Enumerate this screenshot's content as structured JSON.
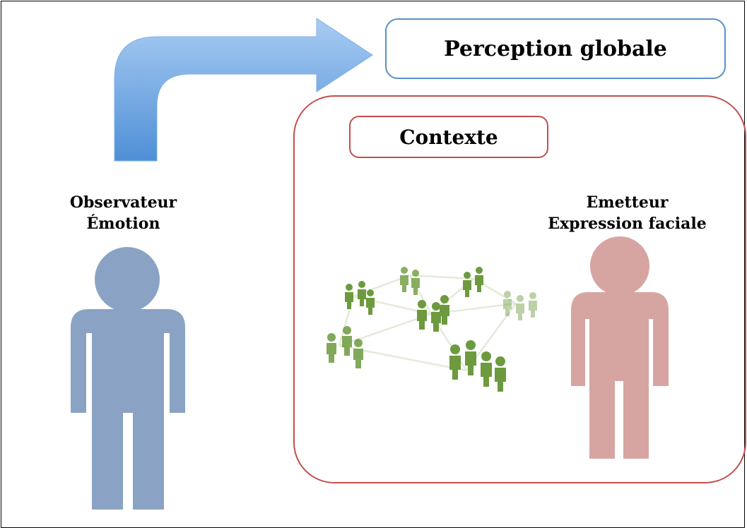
{
  "perception": {
    "title": "Perception globale"
  },
  "context": {
    "title": "Contexte"
  },
  "observer": {
    "line1": "Observateur",
    "line2": "Émotion",
    "color": "#8aa3c4"
  },
  "emitter": {
    "line1": "Emetteur",
    "line2": "Expression faciale",
    "color": "#d6a5a2"
  },
  "colors": {
    "arrow": "#6fa8e4",
    "perception_border": "#5b8fc9",
    "context_border": "#c0504d",
    "network": "#6d9a3e"
  },
  "icons": [
    "arrow-icon",
    "observer-person-icon",
    "emitter-person-icon",
    "social-network-icon"
  ]
}
